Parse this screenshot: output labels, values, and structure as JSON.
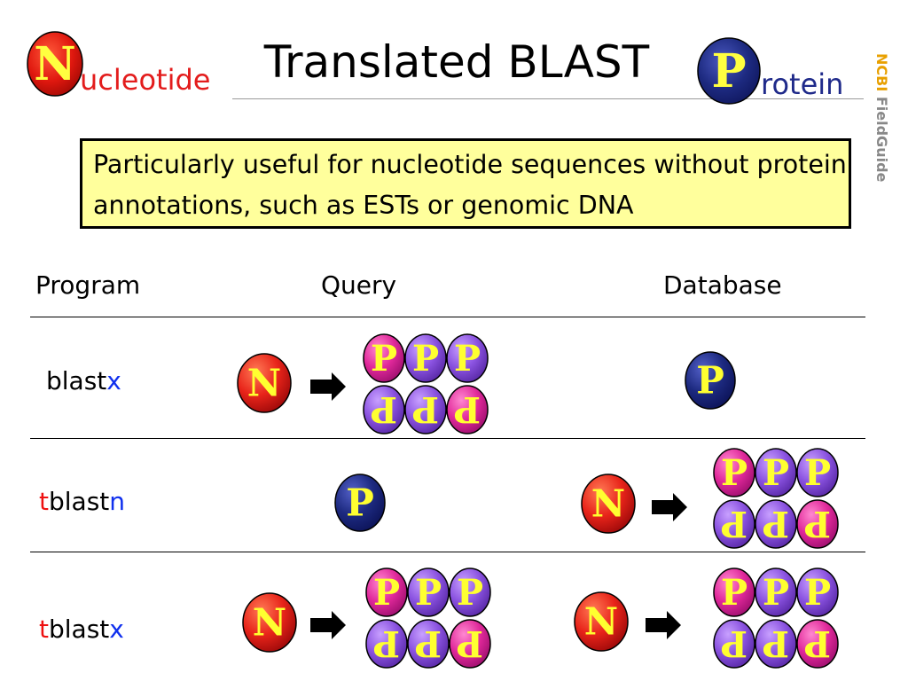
{
  "title": "Translated BLAST",
  "nucleotide_badge": {
    "letter": "N",
    "rest": "ucleotide",
    "color": "#e31c1c"
  },
  "protein_badge": {
    "letter": "P",
    "rest": "rotein",
    "color": "#1f2a8a"
  },
  "watermark": {
    "brand": "NCBI",
    "rest": " FieldGuide"
  },
  "note": "Particularly useful for nucleotide sequences without protein annotations, such as ESTs or genomic DNA",
  "columns": {
    "program": "Program",
    "query": "Query",
    "database": "Database"
  },
  "rows": [
    {
      "program": [
        {
          "text": "blast",
          "color": "black"
        },
        {
          "text": "x",
          "color": "blue"
        }
      ],
      "query": "translated",
      "database": "protein"
    },
    {
      "program": [
        {
          "text": "t",
          "color": "red"
        },
        {
          "text": "blast",
          "color": "black"
        },
        {
          "text": "n",
          "color": "blue"
        }
      ],
      "query": "protein",
      "database": "translated"
    },
    {
      "program": [
        {
          "text": "t",
          "color": "red"
        },
        {
          "text": "blast",
          "color": "black"
        },
        {
          "text": "x",
          "color": "blue"
        }
      ],
      "query": "translated",
      "database": "translated"
    }
  ],
  "symbols": {
    "nucleotide": "N",
    "protein": "P"
  },
  "colors": {
    "nucleotide": "#e8241a",
    "protein_dark": "#1d2a80",
    "frame_purple": "#8a52e0",
    "frame_magenta": "#e0289a",
    "letter_yellow": "#ffff30"
  }
}
